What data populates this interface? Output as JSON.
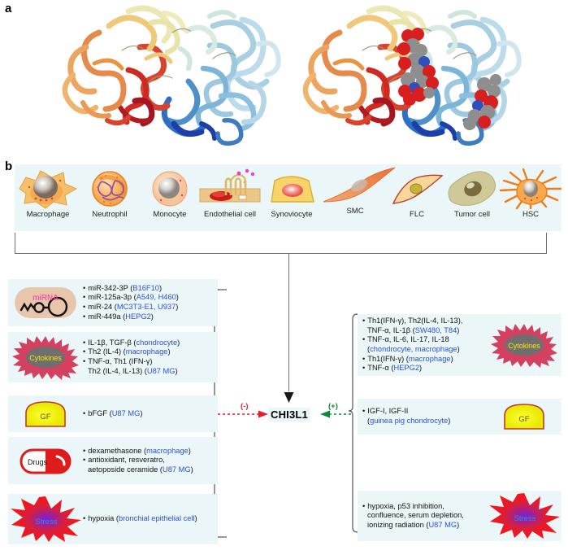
{
  "figure": {
    "panel_a_letter": "a",
    "panel_b_letter": "b"
  },
  "panel_a": {
    "structures": [
      {
        "name": "chi3l1-apo-ribbon",
        "description": "CHI3L1 rainbow ribbon structure, N-term blue to C-term red"
      },
      {
        "name": "chi3l1-ligand-ribbon",
        "description": "CHI3L1 rainbow ribbon structure with bound chito-oligosaccharide space-filling ligands"
      }
    ],
    "ribbon_colors": [
      "#1f3fa8",
      "#2e6fc4",
      "#6fa8d6",
      "#a9cfe2",
      "#cfe6dd",
      "#ece8b4",
      "#efc87a",
      "#e58a4a",
      "#d9422c",
      "#a51421"
    ],
    "ligand_colors": {
      "carbon": "#8e8e8e",
      "oxygen": "#d81f1f",
      "nitrogen": "#2f4fbf"
    }
  },
  "panel_b": {
    "strip_bg": "#eaf6f8",
    "cells": [
      {
        "label": "Macrophage",
        "icon": "macrophage-cell-icon"
      },
      {
        "label": "Neutrophil",
        "icon": "neutrophil-cell-icon"
      },
      {
        "label": "Monocyte",
        "icon": "monocyte-cell-icon"
      },
      {
        "label": "Endothelial cell",
        "icon": "endothelial-cell-icon"
      },
      {
        "label": "Synoviocyte",
        "icon": "synoviocyte-cell-icon"
      },
      {
        "label": "SMC",
        "icon": "smc-cell-icon"
      },
      {
        "label": "FLC",
        "icon": "flc-cell-icon"
      },
      {
        "label": "Tumor cell",
        "icon": "tumor-cell-icon"
      },
      {
        "label": "HSC",
        "icon": "hsc-cell-icon"
      }
    ],
    "center": {
      "target_label": "CHI3L1",
      "negative_sign": "(-)",
      "positive_sign": "(+)",
      "negative_color": "#e8192c",
      "positive_color": "#0a8a35"
    },
    "negative_regulators": [
      {
        "icon": "mirna-icon",
        "icon_label": "miRNA",
        "icon_label_color": "#ff2fa0",
        "lines": [
          {
            "bullet": true,
            "parts": [
              {
                "t": "miR-342-3P (",
                "c": "k"
              },
              {
                "t": "B16F10",
                "c": "b"
              },
              {
                "t": ")",
                "c": "k"
              }
            ]
          },
          {
            "bullet": true,
            "parts": [
              {
                "t": "miR-125a-3p (",
                "c": "k"
              },
              {
                "t": "A549, H460",
                "c": "b"
              },
              {
                "t": ")",
                "c": "k"
              }
            ]
          },
          {
            "bullet": true,
            "parts": [
              {
                "t": "miR-24 (",
                "c": "k"
              },
              {
                "t": "MC3T3-E1, U937",
                "c": "b"
              },
              {
                "t": ")",
                "c": "k"
              }
            ]
          },
          {
            "bullet": true,
            "parts": [
              {
                "t": "miR-449a (",
                "c": "k"
              },
              {
                "t": "HEPG2",
                "c": "b"
              },
              {
                "t": ")",
                "c": "k"
              }
            ]
          }
        ]
      },
      {
        "icon": "cytokines-icon",
        "icon_label": "Cytokines",
        "icon_label_color": "#ffe400",
        "lines": [
          {
            "bullet": true,
            "parts": [
              {
                "t": "IL-1β, TGF-β (",
                "c": "k"
              },
              {
                "t": "chondrocyte",
                "c": "b"
              },
              {
                "t": ")",
                "c": "k"
              }
            ]
          },
          {
            "bullet": true,
            "parts": [
              {
                "t": "Th2 (IL-4) (",
                "c": "k"
              },
              {
                "t": "macrophage",
                "c": "b"
              },
              {
                "t": ")",
                "c": "k"
              }
            ]
          },
          {
            "bullet": true,
            "parts": [
              {
                "t": "TNF-α, Th1 (IFN-γ)",
                "c": "k"
              }
            ]
          },
          {
            "bullet": false,
            "indent": true,
            "parts": [
              {
                "t": "Th2 (IL-4, IL-13) (",
                "c": "k"
              },
              {
                "t": "U87 MG",
                "c": "b"
              },
              {
                "t": ")",
                "c": "k"
              }
            ]
          }
        ]
      },
      {
        "icon": "gf-icon",
        "icon_label": "GF",
        "icon_label_color": "#555500",
        "lines": [
          {
            "bullet": true,
            "parts": [
              {
                "t": "bFGF (",
                "c": "k"
              },
              {
                "t": "U87 MG",
                "c": "b"
              },
              {
                "t": ")",
                "c": "k"
              }
            ]
          }
        ]
      },
      {
        "icon": "drugs-icon",
        "icon_label": "Drugs",
        "icon_label_color": "#111111",
        "lines": [
          {
            "bullet": true,
            "parts": [
              {
                "t": "dexamethasone (",
                "c": "k"
              },
              {
                "t": "macrophage",
                "c": "b"
              },
              {
                "t": ")",
                "c": "k"
              }
            ]
          },
          {
            "bullet": true,
            "parts": [
              {
                "t": "antioxidant, resveratro,",
                "c": "k"
              }
            ]
          },
          {
            "bullet": false,
            "indent": true,
            "parts": [
              {
                "t": "aetoposide ceramide (",
                "c": "k"
              },
              {
                "t": "U87 MG",
                "c": "b"
              },
              {
                "t": ")",
                "c": "k"
              }
            ]
          }
        ]
      },
      {
        "icon": "stress-icon",
        "icon_label": "Stress",
        "icon_label_color": "#1e90ff",
        "lines": [
          {
            "bullet": true,
            "parts": [
              {
                "t": "hypoxia (",
                "c": "k"
              },
              {
                "t": "bronchial epithelial cell",
                "c": "b"
              },
              {
                "t": ")",
                "c": "k"
              }
            ]
          }
        ]
      }
    ],
    "positive_regulators": [
      {
        "icon": "cytokines-icon",
        "icon_label": "Cytokines",
        "icon_label_color": "#ffe400",
        "icon_side": "right",
        "lines": [
          {
            "bullet": true,
            "parts": [
              {
                "t": "Th1(IFN-γ), Th2(IL-4, IL-13),",
                "c": "k"
              }
            ]
          },
          {
            "bullet": false,
            "indent": true,
            "parts": [
              {
                "t": "TNF-α, IL-1β (",
                "c": "k"
              },
              {
                "t": "SW480, T84",
                "c": "b"
              },
              {
                "t": ")",
                "c": "k"
              }
            ]
          },
          {
            "bullet": true,
            "parts": [
              {
                "t": "TNF-α, IL-6, IL-17, IL-18",
                "c": "k"
              }
            ]
          },
          {
            "bullet": false,
            "indent": true,
            "parts": [
              {
                "t": "(",
                "c": "k"
              },
              {
                "t": "chondrocyte, macrophage",
                "c": "b"
              },
              {
                "t": ")",
                "c": "k"
              }
            ]
          },
          {
            "bullet": true,
            "parts": [
              {
                "t": "Th1(IFN-γ) (",
                "c": "k"
              },
              {
                "t": "macrophage",
                "c": "b"
              },
              {
                "t": ")",
                "c": "k"
              }
            ]
          },
          {
            "bullet": true,
            "parts": [
              {
                "t": "TNF-α (",
                "c": "k"
              },
              {
                "t": "HEPG2",
                "c": "b"
              },
              {
                "t": ")",
                "c": "k"
              }
            ]
          }
        ]
      },
      {
        "icon": "gf-icon",
        "icon_label": "GF",
        "icon_label_color": "#555500",
        "icon_side": "right",
        "lines": [
          {
            "bullet": true,
            "parts": [
              {
                "t": "IGF-I, IGF-II",
                "c": "k"
              }
            ]
          },
          {
            "bullet": false,
            "indent": true,
            "parts": [
              {
                "t": "(",
                "c": "k"
              },
              {
                "t": "guinea pig chondrocyte",
                "c": "b"
              },
              {
                "t": ")",
                "c": "k"
              }
            ]
          }
        ]
      },
      {
        "icon": "stress-icon",
        "icon_label": "Stress",
        "icon_label_color": "#1e90ff",
        "icon_side": "right",
        "lines": [
          {
            "bullet": true,
            "parts": [
              {
                "t": "hypoxia, p53 inhibition,",
                "c": "k"
              }
            ]
          },
          {
            "bullet": false,
            "indent": true,
            "parts": [
              {
                "t": "confluence, serum depletion,",
                "c": "k"
              }
            ]
          },
          {
            "bullet": false,
            "indent": true,
            "parts": [
              {
                "t": "ionizing radiation (",
                "c": "k"
              },
              {
                "t": "U87 MG",
                "c": "b"
              },
              {
                "t": ")",
                "c": "k"
              }
            ]
          }
        ]
      }
    ]
  }
}
